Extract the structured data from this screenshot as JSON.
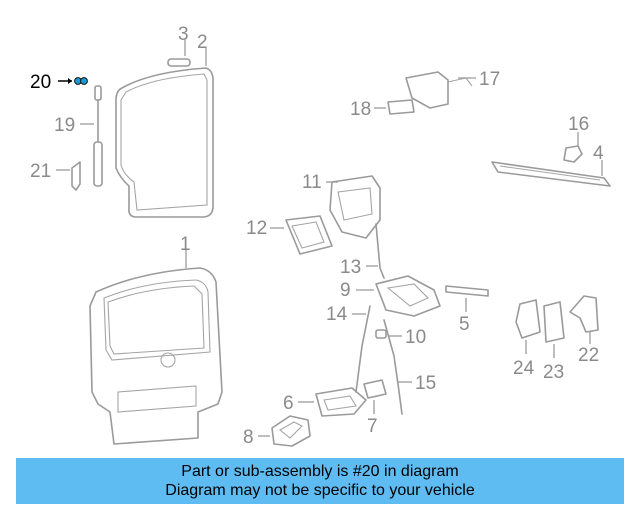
{
  "callouts": {
    "c1": "1",
    "c2": "2",
    "c3": "3",
    "c4": "4",
    "c5": "5",
    "c6": "6",
    "c7": "7",
    "c8": "8",
    "c9": "9",
    "c10": "10",
    "c11": "11",
    "c12": "12",
    "c13": "13",
    "c14": "14",
    "c15": "15",
    "c16": "16",
    "c17": "17",
    "c18": "18",
    "c19": "19",
    "c20": "20",
    "c21": "21",
    "c22": "22",
    "c23": "23",
    "c24": "24"
  },
  "highlight": {
    "part_number": "20",
    "color": "#000000",
    "accent": "#1a9bd7"
  },
  "banner": {
    "line1": "Part or sub-assembly is #20 in diagram",
    "line2": "Diagram may not be specific to your vehicle",
    "color": "#5fbcf2"
  }
}
